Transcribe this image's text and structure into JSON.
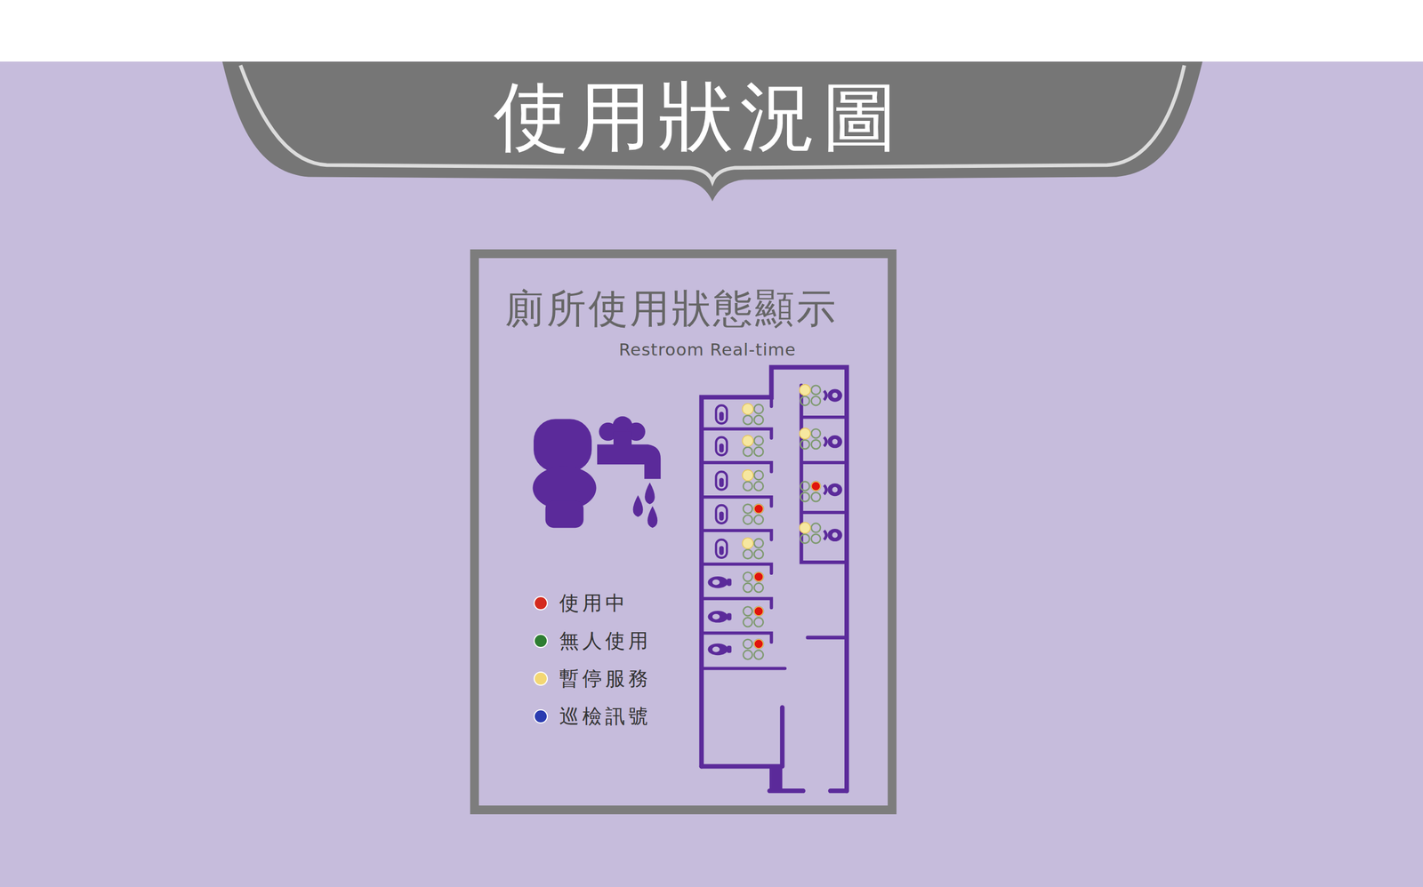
{
  "diagram": {
    "title": "使用狀況圖",
    "nodes": [
      {
        "text": [
          "廁所使用狀態顯示",
          "Restroom Real-time"
        ]
      }
    ],
    "legend": [
      {
        "text": "使用中",
        "color": "#d42a1e"
      },
      {
        "text": "無人使用",
        "color": "#2e7d32"
      },
      {
        "text": "暫停服務",
        "color": "#f3d774"
      },
      {
        "text": "巡檢訊號",
        "color": "#2a3bb0"
      }
    ]
  }
}
